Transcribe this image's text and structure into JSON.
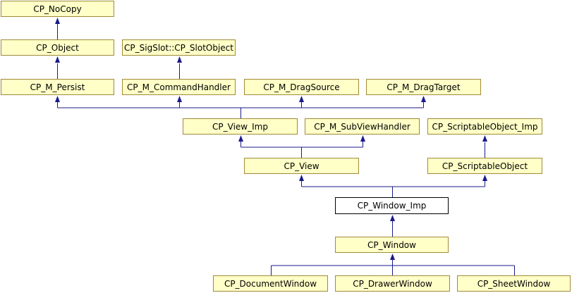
{
  "diagram": {
    "nodes": {
      "cp_nocopy": "CP_NoCopy",
      "cp_object": "CP_Object",
      "cp_sigslot": "CP_SigSlot::CP_SlotObject",
      "cp_m_persist": "CP_M_Persist",
      "cp_m_commandhandler": "CP_M_CommandHandler",
      "cp_m_dragsource": "CP_M_DragSource",
      "cp_m_dragtarget": "CP_M_DragTarget",
      "cp_view_imp": "CP_View_Imp",
      "cp_m_subviewhandler": "CP_M_SubViewHandler",
      "cp_scriptableobject_imp": "CP_ScriptableObject_Imp",
      "cp_view": "CP_View",
      "cp_scriptableobject": "CP_ScriptableObject",
      "cp_window_imp": "CP_Window_Imp",
      "cp_window": "CP_Window",
      "cp_documentwindow": "CP_DocumentWindow",
      "cp_drawerwindow": "CP_DrawerWindow",
      "cp_sheetwindow": "CP_SheetWindow"
    },
    "colors": {
      "node_fill": "#ffffc7",
      "node_border": "#a08a3a",
      "current_fill": "#ffffff",
      "edge": "#1a1a8a"
    }
  }
}
